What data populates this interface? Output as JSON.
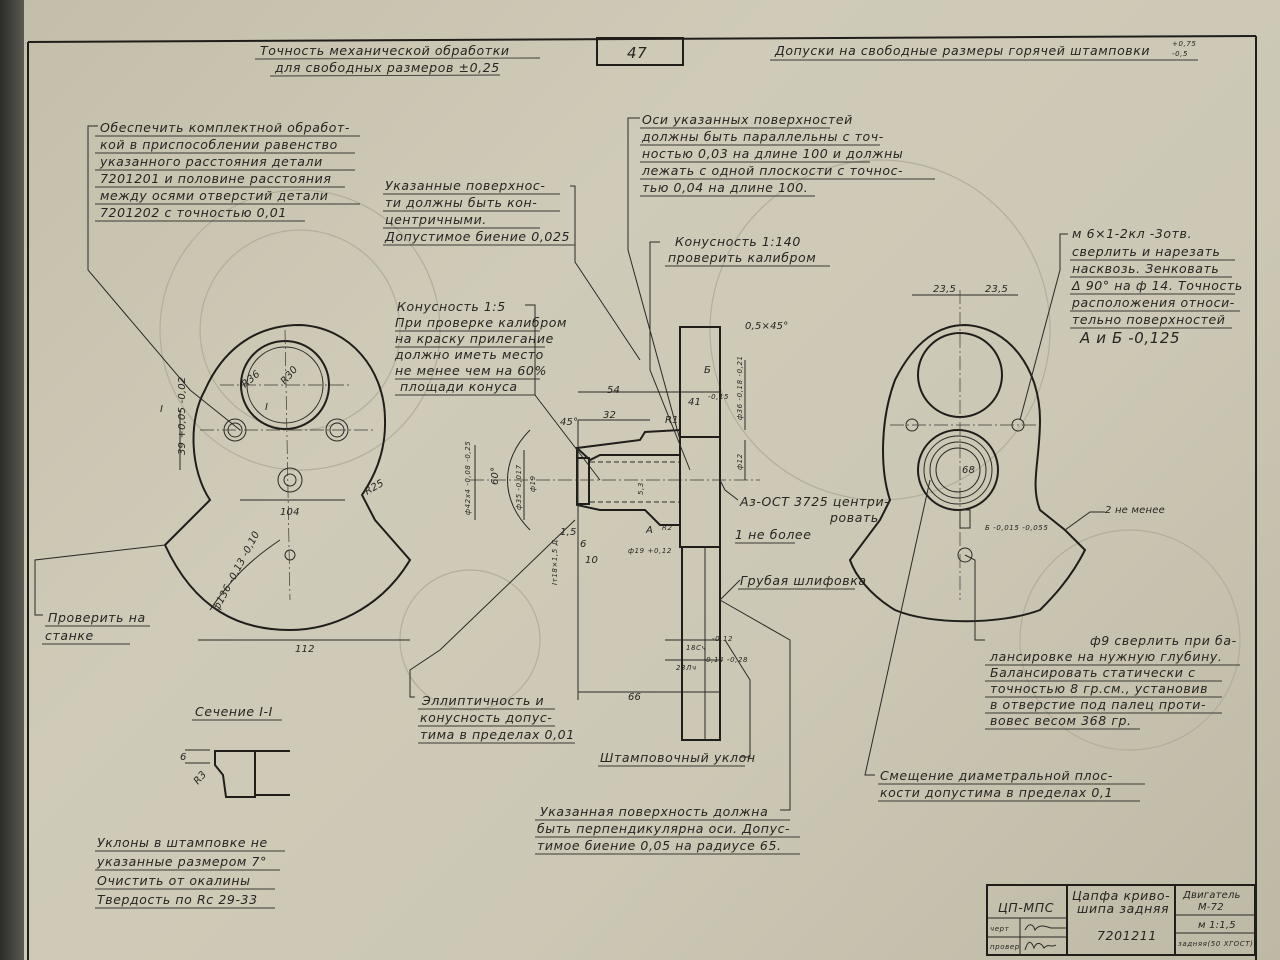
{
  "header": {
    "left_line1": "Точность механической обработки",
    "left_line2": "для свободных размеров ±0,25",
    "page_number": "47",
    "right_title": "Допуски на свободные размеры горячей штамповки",
    "right_tol_upper": "+0,75",
    "right_tol_lower": "-0,5"
  },
  "notes": {
    "assembly": {
      "lines": [
        "Обеспечить комплектной обработ-",
        "кой в приспособлении равенство",
        "указанного расстояния детали",
        "7201201 и половине расстояния",
        "между осями отверстий детали",
        "7201202 с точностью 0,01"
      ]
    },
    "concentric": {
      "lines": [
        "Указанные поверхнос-",
        "ти должны быть кон-",
        "центричными.",
        "Допустимое биение 0,025"
      ]
    },
    "axes": {
      "lines": [
        "Оси указанных поверхностей",
        "должны быть параллельны с точ-",
        "ностью 0,03 на длине 100 и должны",
        "лежать с одной плоскости с точнос-",
        "тью 0,04 на длине 100."
      ]
    },
    "taper140": {
      "lines": [
        "Конусность 1:140",
        "проверить калибром"
      ]
    },
    "taper5": {
      "lines": [
        "Конусность 1:5",
        "При проверке калибром",
        "на краску прилегание",
        "должно иметь место",
        "не менее чем на 60%",
        "площади конуса"
      ]
    },
    "thread": {
      "lines": [
        "м 6×1-2кл -3отв.",
        "сверлить и нарезать",
        "насквозь. Зенковать",
        "Δ 90° на ф 14. Точность",
        "расположения относи-",
        "тельно поверхностей",
        "А и Б -0,125"
      ]
    },
    "balance": {
      "lines": [
        "ф9 сверлить при ба-",
        "лансировке на нужную глубину.",
        "Балансировать статически с",
        "точностью 8 гр.см., установив",
        "в отверстие под палец проти-",
        "вовес весом 368 гр."
      ]
    },
    "offset": {
      "lines": [
        "Смещение диаметральной плос-",
        "кости допустима в пределах 0,1"
      ]
    },
    "check": {
      "lines": [
        "Проверить на",
        "станке"
      ]
    },
    "ellipticity": {
      "lines": [
        "Эллиптичность и",
        "конусность допус-",
        "тима в пределах 0,01"
      ]
    },
    "draft": {
      "lines": [
        "Штамповочный уклон"
      ]
    },
    "perpendicular": {
      "lines": [
        "Указанная поверхность должна",
        "быть перпендикулярна оси. Допус-",
        "тимое биение 0,05 на радиусе 65."
      ]
    },
    "general": {
      "lines": [
        "Уклоны в штамповке не",
        "указанные размером 7°",
        "Очистить от окалины",
        "Твердость по Rc 29-33"
      ]
    },
    "center": {
      "lines": [
        "Аз-ОСТ 3725 центри-",
        "ровать"
      ]
    },
    "max1": "1 не более",
    "grinding": "Грубая шлифовка",
    "min2": "2 не менее",
    "section_title": "Сечение I-I"
  },
  "dimensions": {
    "d54": "54",
    "d32": "32",
    "a45": "45°",
    "r1": "R1",
    "d41": "41",
    "d41tol": "-0,15",
    "chamfer": "0,5×45°",
    "b": "Б",
    "d36": "ф36 -0,18 -0,21",
    "d12": "ф12",
    "d42": "ф42х4 -0,08 -0,25",
    "d35": "ф35 -0,017",
    "a60": "60°",
    "d19": "ф19",
    "d53": "5,3",
    "d15": "1,5",
    "d6": "6",
    "d10": "10",
    "a": "А",
    "r2": "R2",
    "d19h": "ф19 +0,12",
    "thread": "Iт18×1,5 Д",
    "d18": "18Сч",
    "d18tol": "-0,12",
    "d23": "23Лч",
    "d23tol": "-0,14 -0,28",
    "d66": "66",
    "d104": "104",
    "d112": "112",
    "r36": "R36",
    "r30": "R30",
    "r25": "R25",
    "d39": "39 +0,05 -0,02",
    "d136": "ф136 -0,13 -0,10",
    "sec1": "I",
    "sec2": "I",
    "d235a": "23,5",
    "d235b": "23,5",
    "d68": "68",
    "bdim": "Б -0,015 -0,055",
    "sec_h": "6",
    "sec_r": "R3"
  },
  "title_block": {
    "org": "ЦП-МПС",
    "part_name_1": "Цапфа криво-",
    "part_name_2": "шипа задняя",
    "product_1": "Двигатель",
    "product_2": "М-72",
    "scale": "м 1:1,5",
    "drawn_label": "черт",
    "checked_label": "провер",
    "part_number": "7201211",
    "material": "задняя(50 ХГОСТ)"
  }
}
